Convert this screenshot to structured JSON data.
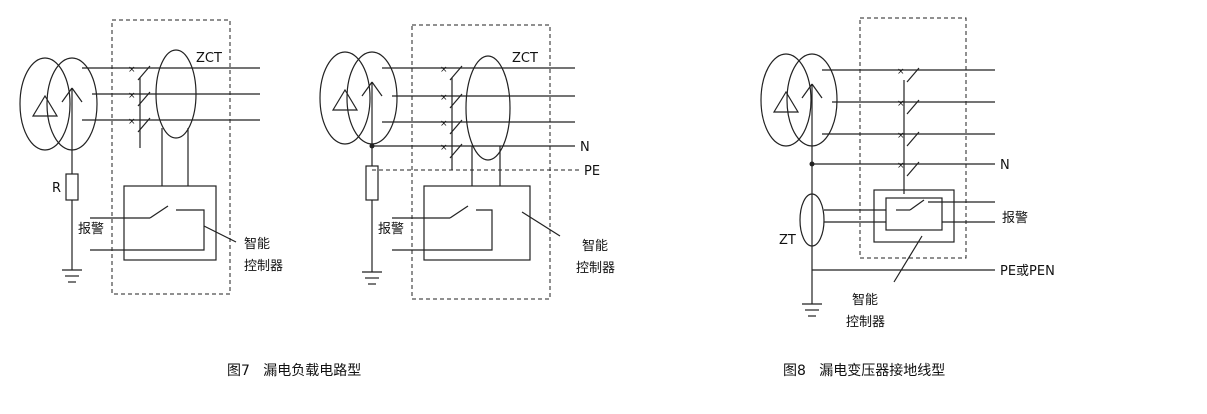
{
  "fig7": {
    "left": {
      "zct": "ZCT",
      "resistor": "R",
      "alarm": "报警",
      "controller_line1": "智能",
      "controller_line2": "控制器"
    },
    "right": {
      "zct": "ZCT",
      "neutral": "N",
      "pe": "PE",
      "alarm": "报警",
      "controller_line1": "智能",
      "controller_line2": "控制器"
    },
    "caption": "图7   漏电负载电路型"
  },
  "fig8": {
    "neutral": "N",
    "alarm": "报警",
    "zt": "ZT",
    "pe_pen": "PE或PEN",
    "controller_line1": "智能",
    "controller_line2": "控制器",
    "caption": "图8   漏电变压器接地线型"
  }
}
